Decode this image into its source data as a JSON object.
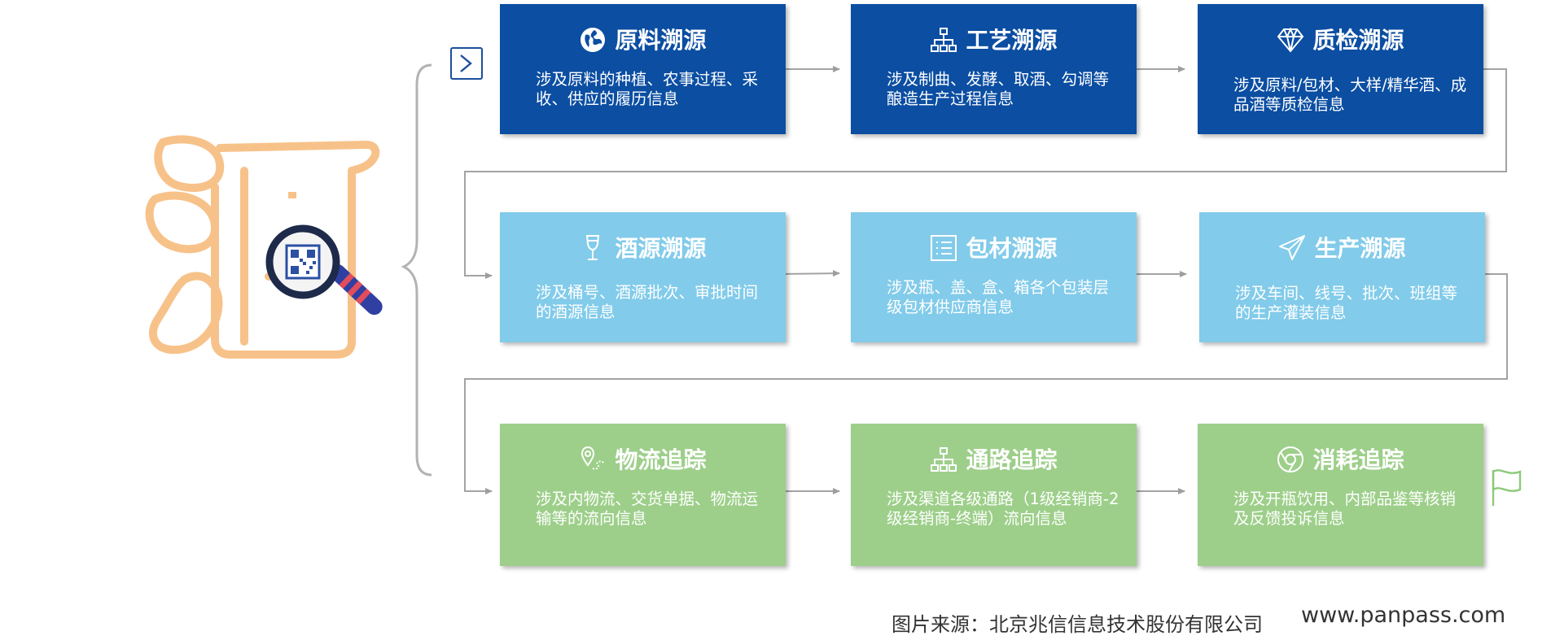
{
  "colors": {
    "row1": "#0b4ea2",
    "row2": "#82cbea",
    "row3": "#9dcf8a",
    "connector": "#9e9e9e",
    "jiu_outline": "#f7c289",
    "text": "#ffffff"
  },
  "nav_icon": "chevron-right-icon",
  "end_icon": "flag-icon",
  "rows": [
    {
      "row": "origin-tracing",
      "cards": [
        {
          "icon": "globe-icon",
          "title": "原料溯源",
          "desc": "涉及原料的种植、农事过程、采收、供应的履历信息"
        },
        {
          "icon": "org-chart-icon",
          "title": "工艺溯源",
          "desc": "涉及制曲、发酵、取酒、勾调等酿造生产过程信息"
        },
        {
          "icon": "diamond-icon",
          "title": "质检溯源",
          "desc": "涉及原料/包材、大样/精华酒、成品酒等质检信息"
        }
      ]
    },
    {
      "row": "production-tracing",
      "cards": [
        {
          "icon": "wine-glass-icon",
          "title": "酒源溯源",
          "desc": "涉及桶号、酒源批次、审批时间的酒源信息"
        },
        {
          "icon": "list-icon",
          "title": "包材溯源",
          "desc": "涉及瓶、盖、盒、箱各个包装层级包材供应商信息"
        },
        {
          "icon": "paper-plane-icon",
          "title": "生产溯源",
          "desc": "涉及车间、线号、批次、班组等的生产灌装信息"
        }
      ]
    },
    {
      "row": "distribution-tracking",
      "cards": [
        {
          "icon": "location-pin-icon",
          "title": "物流追踪",
          "desc": "涉及内物流、交货单据、物流运输等的流向信息"
        },
        {
          "icon": "org-chart-icon",
          "title": "通路追踪",
          "desc": "涉及渠道各级通路（1级经销商-2级经销商-终端）流向信息"
        },
        {
          "icon": "chrome-icon",
          "title": "消耗追踪",
          "desc": "涉及开瓶饮用、内部品鉴等核销及反馈投诉信息"
        }
      ]
    }
  ],
  "footer": {
    "source": "图片来源：北京兆信信息技术股份有限公司",
    "url": "www.panpass.com"
  }
}
